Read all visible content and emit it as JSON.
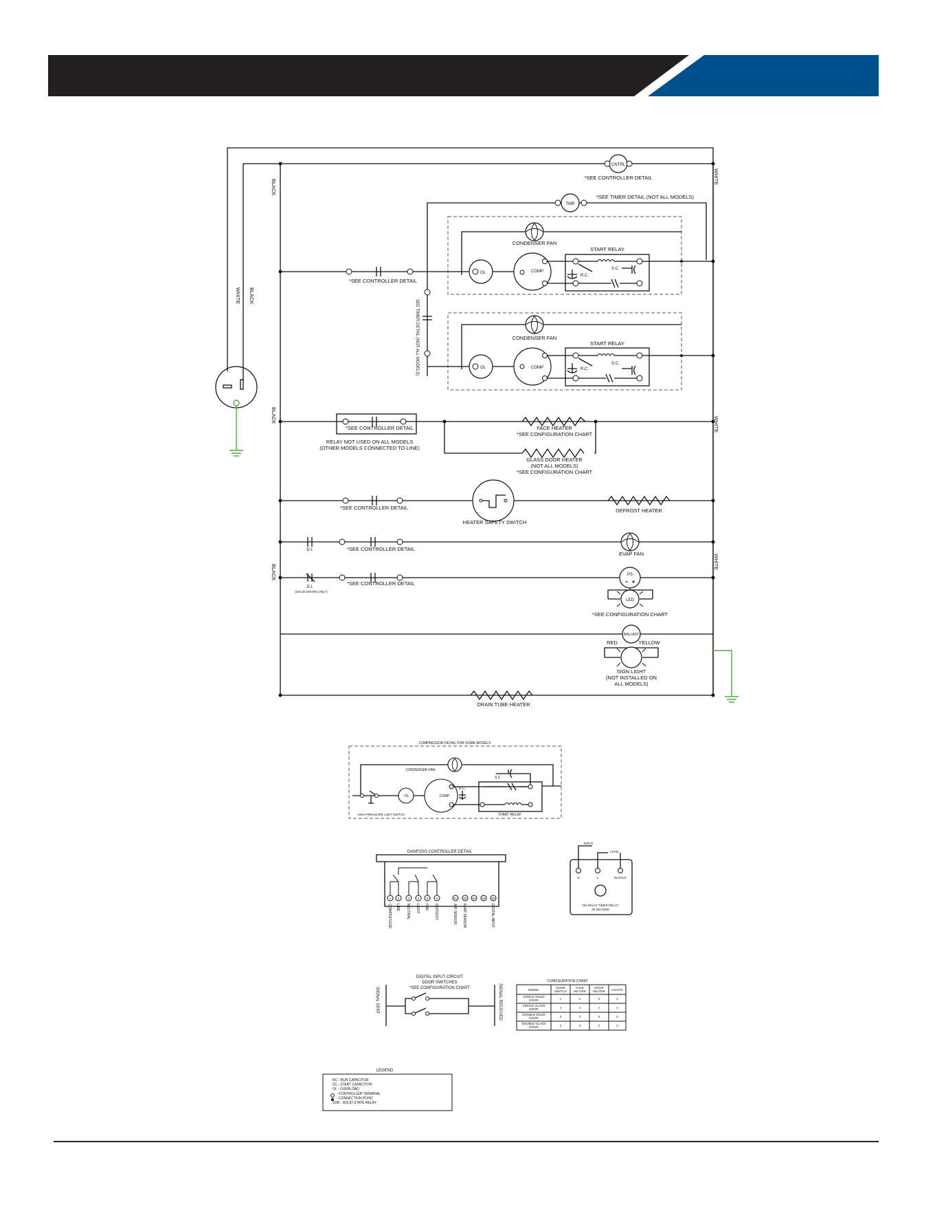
{
  "header": {
    "colors": {
      "band": "#231f20",
      "accent": "#00508c"
    }
  },
  "main": {
    "controller_label": "CNTRL",
    "see_controller": "*SEE CONTROLLER DETAIL",
    "timer_label": "TMR",
    "see_timer": "*SEE TIMER DETAIL (NOT ALL MODELS)",
    "see_timer_vertical": "SEE TIMER DETAIL (NOT ALL MODELS)",
    "condenser_fan": "CONDENSER FAN",
    "start_relay": "START RELAY",
    "sc": "S.C.",
    "rc": "R.C.",
    "ol": "OL",
    "comp": "COMP",
    "wire_black": "BLACK",
    "wire_white": "WHITE",
    "relay_note_1": "RELAY NOT USED ON ALL MODELS",
    "relay_note_2": "(OTHER MODELS CONNECTED TO LINE)",
    "face_heater": "FACE HEATER",
    "see_config": "*SEE CONFIGURATION CHART",
    "glass_door_heater": "GLASS DOOR HEATER",
    "not_all_models": "(NOT ALL MODELS)",
    "heater_safety_switch": "HEATER SAFETY SWITCH",
    "defrost_heater": "DEFROST HEATER",
    "di": "D.I.",
    "solid_doors_only": "(SOLID DOORS ONLY)",
    "evap_fan": "EVAP FAN",
    "ps": "PS",
    "led": "LED",
    "ballast": "BALLAST",
    "red": "RED",
    "yellow": "YELLOW",
    "sign_light_1": "SIGN LIGHT",
    "sign_light_2": "(NOT INSTALLED ON",
    "sign_light_3": "ALL MODELS)",
    "drain_tube_heater": "DRAIN TUBE HEATER"
  },
  "compressor_detail": {
    "title": "COMPRESSOR DETAIL FOR SOME MODELS",
    "condenser_fan": "CONDENSER FAN",
    "sc": "S.C.",
    "rc": "R.C.",
    "ol": "OL",
    "comp": "COMP",
    "start_relay": "START RELAY",
    "switch": "HIGH PRESSURE LIMIT SWITCH"
  },
  "danfoss": {
    "title": "DANFOSS CONTROLLER DETAIL",
    "terminals": [
      {
        "num": "1",
        "label": "COMPRESSOR"
      },
      {
        "num": "2",
        "label": "LINE"
      },
      {
        "num": "3",
        "label": "NEUTRAL"
      },
      {
        "num": "4",
        "label": "LIGHT"
      },
      {
        "num": "5",
        "label": "FAN"
      },
      {
        "num": "6",
        "label": "DEFROST"
      },
      {
        "num": "51",
        "label": "AIR SENSOR"
      },
      {
        "num": "52",
        "label": "EVAP SENSOR"
      },
      {
        "num": "53",
        "label": ""
      },
      {
        "num": "54",
        "label": ""
      },
      {
        "num": "55",
        "label": "DIGITAL INPUT"
      }
    ]
  },
  "timer_relay": {
    "input": "INPUT",
    "load": "LOAD",
    "t_n": "N",
    "t_l": "L",
    "t_out": "OUTPUT",
    "desc_1": "ON DELAY TIMER RELAY",
    "desc_2": "30 SECOND"
  },
  "digital_input": {
    "title_1": "DIGITAL INPUT CIRCUIT",
    "title_2": "DOOR SWITCHES",
    "title_3": "*SEE CONFIGURATION CHART",
    "signal_sent": "SIGNAL SENT",
    "signal_received": "SIGNAL RECEIVED"
  },
  "config_chart": {
    "title": "CONFIGURATION CHART",
    "headers": [
      [
        "MODEL"
      ],
      [
        "DOOR",
        "SWITCH"
      ],
      [
        "FACE",
        "HEATER"
      ],
      [
        "DOOR",
        "HEATER"
      ],
      [
        "LIGHTS"
      ]
    ],
    "rows": [
      {
        "model": [
          "SINGLE SOLID",
          "DOOR"
        ],
        "values": [
          "1",
          "1",
          "0",
          "1"
        ]
      },
      {
        "model": [
          "SINGLE GLASS",
          "DOOR"
        ],
        "values": [
          "1",
          "1",
          "1",
          "1"
        ]
      },
      {
        "model": [
          "DOUBLE SOLID",
          "DOOR"
        ],
        "values": [
          "2",
          "2",
          "0",
          "2"
        ]
      },
      {
        "model": [
          "DOUBLE GLASS",
          "DOOR"
        ],
        "values": [
          "2",
          "2",
          "2",
          "2"
        ]
      }
    ]
  },
  "legend": {
    "title": "LEGEND",
    "items": [
      "RC - RUN CAPACITOR",
      "SC - START CAPACITOR",
      "OL - OVERLOAD",
      "- CONTROLLER TERMINAL",
      "- CONNECTION POINT",
      "SSR - SOLID STATE RELAY"
    ]
  }
}
